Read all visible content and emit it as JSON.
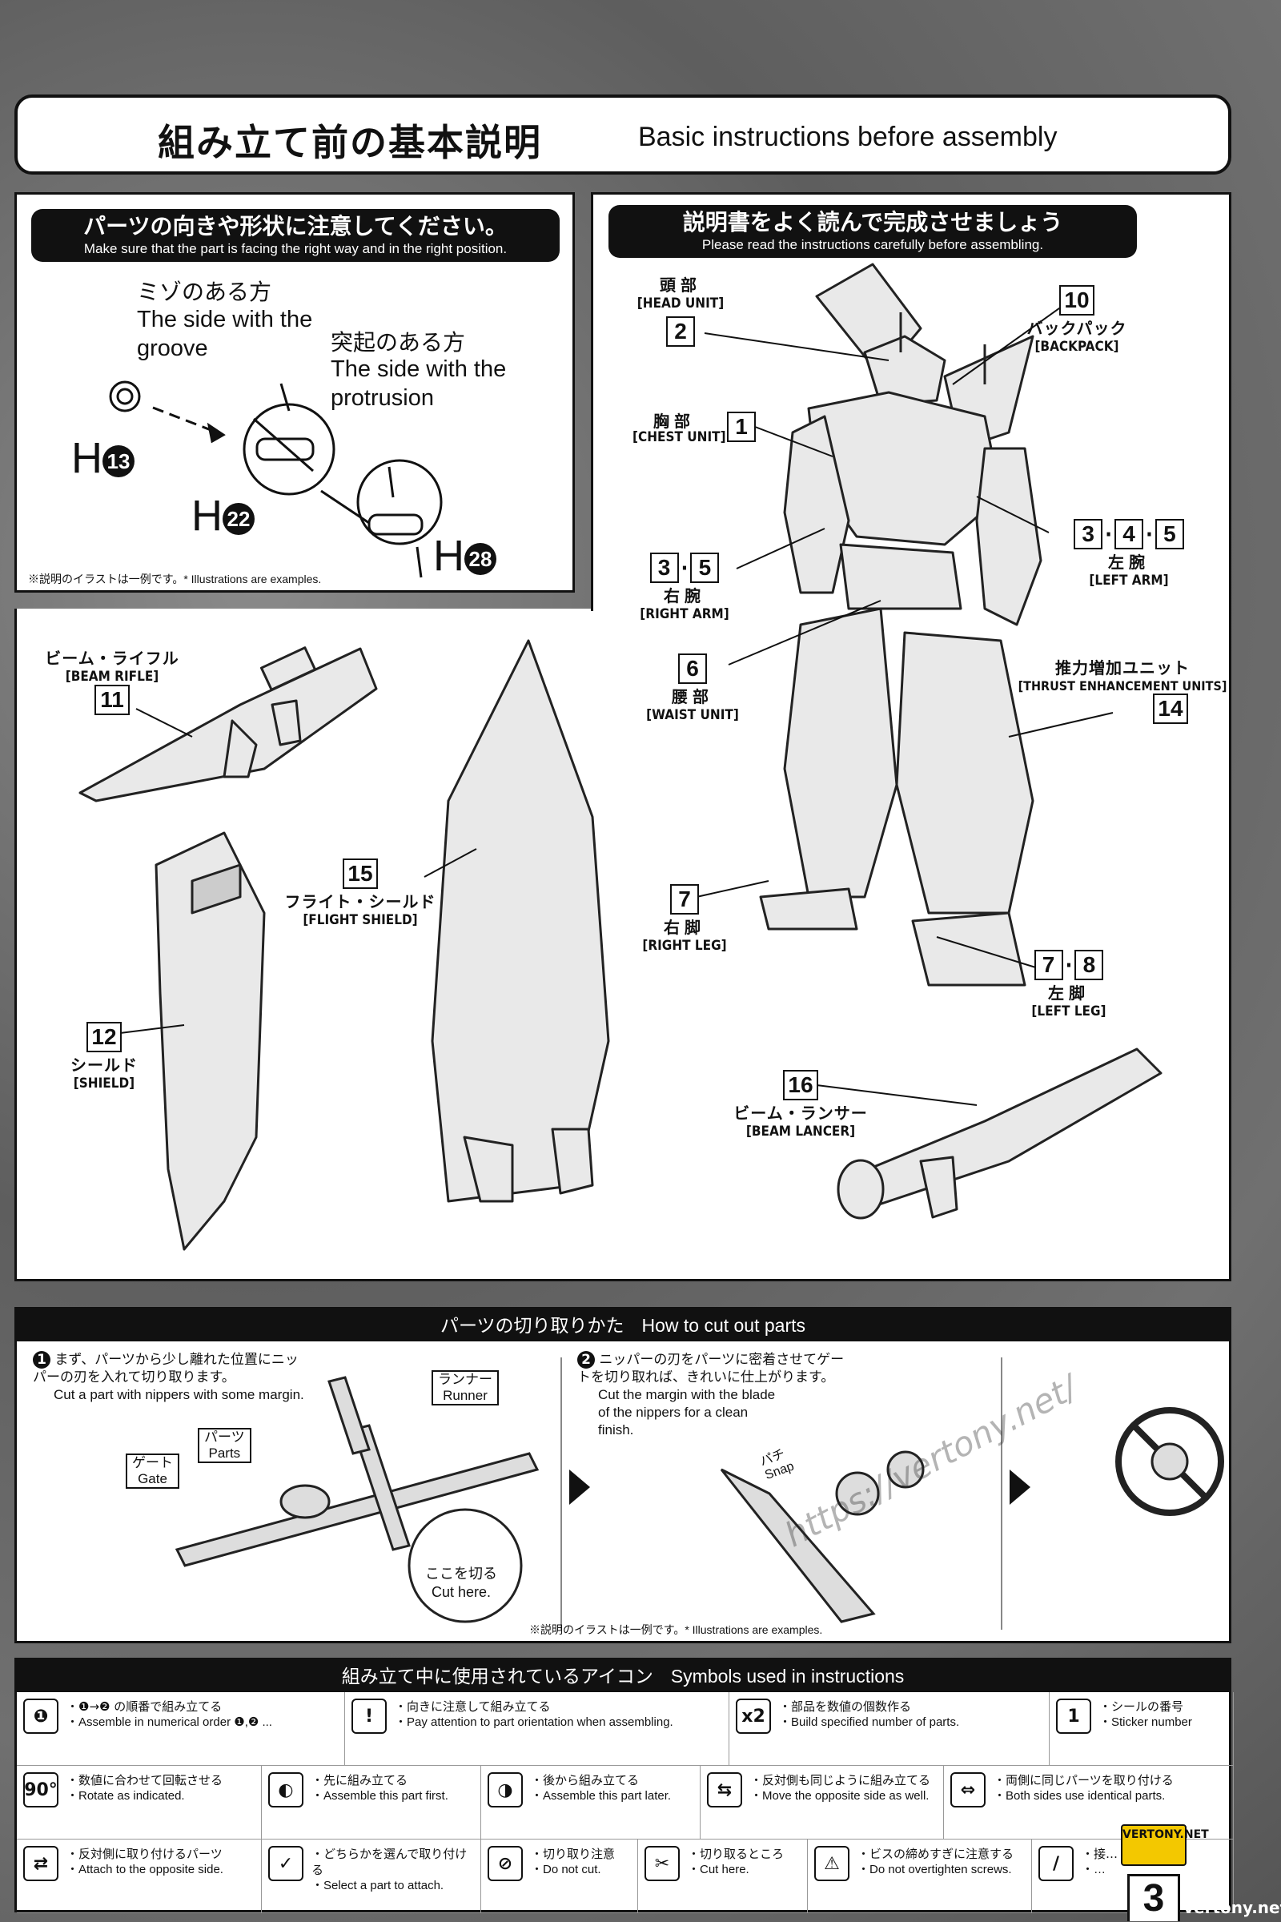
{
  "title": {
    "jp": "組み立て前の基本説明",
    "en": "Basic instructions before assembly"
  },
  "part_orientation": {
    "header_jp": "パーツの向きや形状に注意してください。",
    "header_en": "Make sure that the part is facing the right way and in the right position.",
    "groove_jp": "ミゾのある方",
    "groove_en": "The side with the groove",
    "protrusion_jp": "突起のある方",
    "protrusion_en": "The side with the protrusion",
    "parts": [
      {
        "letter": "H",
        "num": "13"
      },
      {
        "letter": "H",
        "num": "22"
      },
      {
        "letter": "H",
        "num": "28"
      }
    ],
    "note": "※説明のイラストは一例です。* Illustrations are examples."
  },
  "read_instructions": {
    "header_jp": "説明書をよく読んで完成させましょう",
    "header_en": "Please read the instructions carefully before assembling."
  },
  "callouts": {
    "head": {
      "jp": "頭部",
      "en": "[HEAD UNIT]",
      "num": "2"
    },
    "backpack": {
      "jp": "バックパック",
      "en": "[BACKPACK]",
      "num": "10"
    },
    "chest": {
      "jp": "胸部",
      "en": "[CHEST UNIT]",
      "num": "1"
    },
    "left_arm": {
      "jp": "左腕",
      "en": "[LEFT ARM]",
      "nums": [
        "3",
        "4",
        "5"
      ]
    },
    "right_arm": {
      "jp": "右腕",
      "en": "[RIGHT ARM]",
      "nums": [
        "3",
        "5"
      ]
    },
    "waist": {
      "jp": "腰部",
      "en": "[WAIST UNIT]",
      "num": "6"
    },
    "thrust": {
      "jp": "推力増加ユニット",
      "en": "[THRUST ENHANCEMENT UNITS]",
      "num": "14"
    },
    "right_leg": {
      "jp": "右脚",
      "en": "[RIGHT LEG]",
      "num": "7"
    },
    "left_leg": {
      "jp": "左脚",
      "en": "[LEFT LEG]",
      "nums": [
        "7",
        "8"
      ]
    },
    "beam_lancer": {
      "jp": "ビーム・ランサー",
      "en": "[BEAM LANCER]",
      "num": "16"
    },
    "beam_rifle": {
      "jp": "ビーム・ライフル",
      "en": "[BEAM RIFLE]",
      "num": "11"
    },
    "flight_shield": {
      "jp": "フライト・シールド",
      "en": "[FLIGHT SHIELD]",
      "num": "15"
    },
    "shield": {
      "jp": "シールド",
      "en": "[SHIELD]",
      "num": "12"
    }
  },
  "cut_parts": {
    "header_jp": "パーツの切り取りかた",
    "header_en": "How to cut out parts",
    "step1_jp": "まず、パーツから少し離れた位置にニッパーの刃を入れて切り取ります。",
    "step1_en": "Cut a part with nippers with some margin.",
    "step1_num": "1",
    "runner_jp": "ランナー",
    "runner_en": "Runner",
    "parts_jp": "パーツ",
    "parts_en": "Parts",
    "gate_jp": "ゲート",
    "gate_en": "Gate",
    "cut_here_jp": "ここを切る",
    "cut_here_en": "Cut here.",
    "step2_jp": "ニッパーの刃をパーツに密着させてゲートを切り取れば、きれいに仕上がります。",
    "step2_en": "Cut the margin with the blade of the nippers for a clean finish.",
    "step2_num": "2",
    "snap_jp": "パチ",
    "snap_en": "Snap",
    "note": "※説明のイラストは一例です。* Illustrations are examples."
  },
  "symbols": {
    "header_jp": "組み立て中に使用されているアイコン",
    "header_en": "Symbols used in instructions",
    "items": [
      {
        "jp": "・❶→❷ の順番で組み立てる",
        "en": "・Assemble in numerical order ❶,❷ ...",
        "icon": "❶"
      },
      {
        "jp": "・向きに注意して組み立てる",
        "en": "・Pay attention to part orientation when assembling.",
        "icon": "!"
      },
      {
        "jp": "・部品を数値の個数作る",
        "en": "・Build specified number of parts.",
        "icon": "x2"
      },
      {
        "jp": "・シールの番号",
        "en": "・Sticker number",
        "icon": "1"
      },
      {
        "jp": "・数値に合わせて回転させる",
        "en": "・Rotate as indicated.",
        "icon": "90°"
      },
      {
        "jp": "・先に組み立てる",
        "en": "・Assemble this part first.",
        "icon": "◐"
      },
      {
        "jp": "・後から組み立てる",
        "en": "・Assemble this part later.",
        "icon": "◑"
      },
      {
        "jp": "・反対側も同じように組み立てる",
        "en": "・Move the opposite side as well.",
        "icon": "⇆"
      },
      {
        "jp": "・両側に同じパーツを取り付ける",
        "en": "・Both sides use identical parts.",
        "icon": "⇔"
      },
      {
        "jp": "・反対側に取り付けるパーツ",
        "en": "・Attach to the opposite side.",
        "icon": "⇄"
      },
      {
        "jp": "・どちらかを選んで取り付ける",
        "en": "・Select a part to attach.",
        "icon": "✓"
      },
      {
        "jp": "・切り取り注意",
        "en": "・Do not cut.",
        "icon": "⊘"
      },
      {
        "jp": "・切り取るところ",
        "en": "・Cut here.",
        "icon": "✂"
      },
      {
        "jp": "・ビスの締めすぎに注意する",
        "en": "・Do not overtighten screws.",
        "icon": "⚠"
      },
      {
        "jp": "・接…",
        "en": "・…",
        "icon": "/"
      }
    ]
  },
  "page_number": "3",
  "watermark": {
    "url1": "https://vertony.net/",
    "brand": "VERTONY.NET",
    "url2": "vertony.net"
  }
}
